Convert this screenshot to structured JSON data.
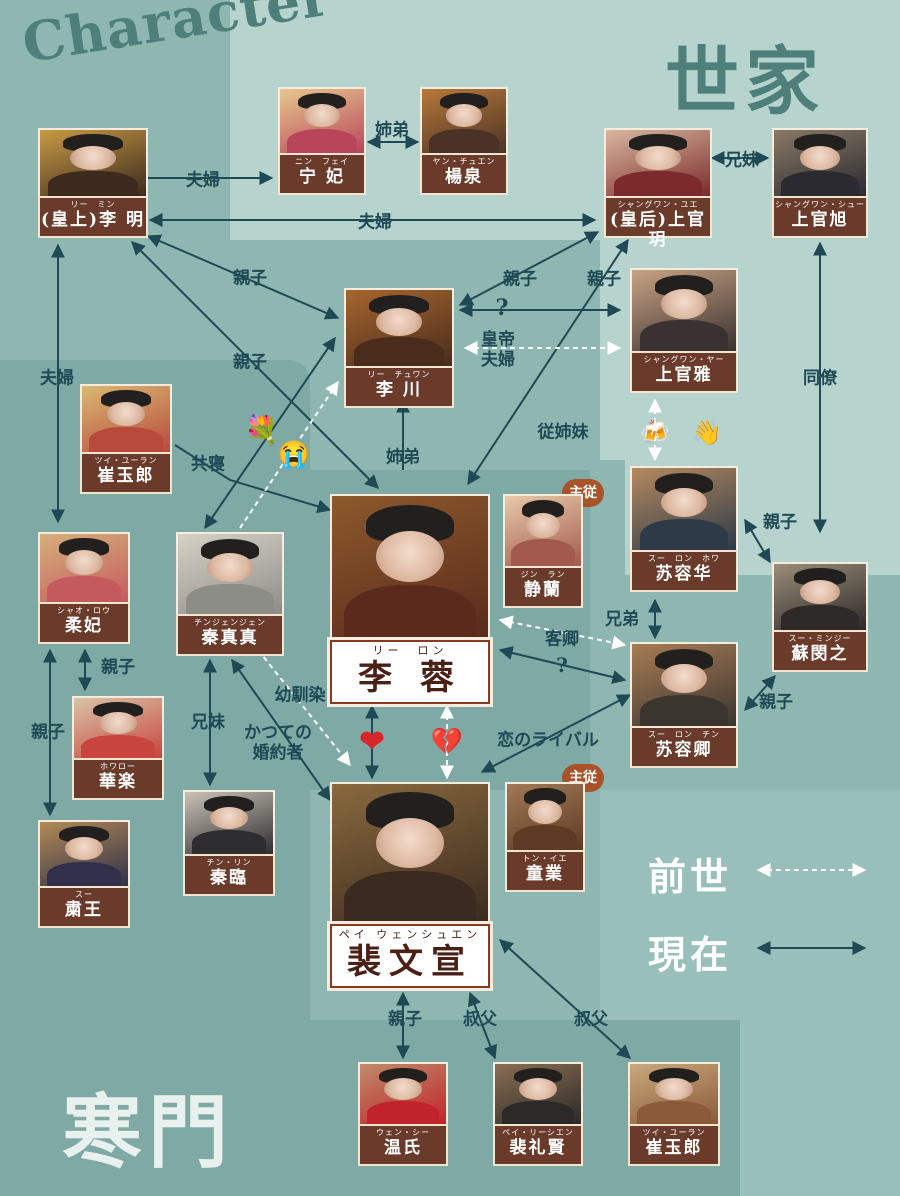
{
  "titles": {
    "character": "Character",
    "seke": "世家",
    "kanmon": "寒門"
  },
  "colors": {
    "accent": "#a8532a",
    "line": "#1f4a55",
    "name_bg": "#6a3b2b",
    "bg": "#8fb7b2"
  },
  "characters": {
    "rimin": {
      "ruby": "リー　ミン",
      "name": "(皇上)李 明",
      "palette": [
        "#c79a45",
        "#3b2a1d"
      ]
    },
    "ninfei": {
      "ruby": "ニン　フェイ",
      "name": "宁 妃",
      "palette": [
        "#e7c78f",
        "#b8455a"
      ]
    },
    "yousen": {
      "ruby": "ヤン・チュエン",
      "name": "楊泉",
      "palette": [
        "#b7793a",
        "#4a3326"
      ]
    },
    "joukanyue": {
      "ruby": "シャングワン・ユエ",
      "name": "(皇后)上官玥",
      "palette": [
        "#d8b7a0",
        "#7b2b2b"
      ]
    },
    "joukanshu": {
      "ruby": "シャングワン・シュー",
      "name": "上官旭",
      "palette": [
        "#8a7a66",
        "#2a2a30"
      ]
    },
    "risen": {
      "ruby": "リー　チュワン",
      "name": "李 川",
      "palette": [
        "#a5662e",
        "#4a2c1d"
      ]
    },
    "joukanya": {
      "ruby": "シャングワン・ヤー",
      "name": "上官雅",
      "palette": [
        "#c7a284",
        "#3a3230"
      ]
    },
    "saigyokurou1": {
      "ruby": "ツイ・ユーラン",
      "name": "崔玉郎",
      "palette": [
        "#d9b873",
        "#b84a3b"
      ]
    },
    "rirong": {
      "ruby": "リー　ロン",
      "name": "李 蓉",
      "palette": [
        "#8c5a2c",
        "#5a2a1c"
      ]
    },
    "seiran": {
      "ruby": "ジン　ラン",
      "name": "静蘭",
      "palette": [
        "#e7c9a8",
        "#a35a4e"
      ]
    },
    "soyouka": {
      "ruby": "スー　ロン　ホワ",
      "name": "苏容华",
      "palette": [
        "#b48a60",
        "#2e3a48"
      ]
    },
    "juuhi": {
      "ruby": "シャオ・ロウ",
      "name": "柔妃",
      "palette": [
        "#d5b07a",
        "#c45a5e"
      ]
    },
    "shinshinshin": {
      "ruby": "チンジェンジェン",
      "name": "秦真真",
      "palette": [
        "#d6d1c6",
        "#8d8d88"
      ]
    },
    "sobinshi": {
      "ruby": "スー・ミンジー",
      "name": "蘇閔之",
      "palette": [
        "#9a8d78",
        "#2e2a2a"
      ]
    },
    "soyoukei": {
      "ruby": "スー　ロン　チン",
      "name": "苏容卿",
      "palette": [
        "#a77c55",
        "#3b3530"
      ]
    },
    "karaku": {
      "ruby": "ホワロー",
      "name": "華楽",
      "palette": [
        "#d9c3a6",
        "#c8453f"
      ]
    },
    "shinrin": {
      "ruby": "チン・リン",
      "name": "秦臨",
      "palette": [
        "#c9c2b6",
        "#2d2d30"
      ]
    },
    "shukuou": {
      "ruby": "スー",
      "name": "粛王",
      "palette": [
        "#b28a55",
        "#30304a"
      ]
    },
    "haibunsen": {
      "ruby": "ペイ ウェンシュエン",
      "name": "裴文宣",
      "palette": [
        "#8a6a3e",
        "#3a2a20"
      ]
    },
    "dougyou": {
      "ruby": "トン・イエ",
      "name": "童業",
      "palette": [
        "#a07a55",
        "#5e3a24"
      ]
    },
    "onshi": {
      "ruby": "ウェン・シー",
      "name": "温氏",
      "palette": [
        "#c08a6a",
        "#c0242a"
      ]
    },
    "hairaiken": {
      "ruby": "ペイ・リーシエン",
      "name": "裴礼賢",
      "palette": [
        "#8a6e52",
        "#2b2a28"
      ]
    },
    "saigyokurou2": {
      "ruby": "ツイ・ユーラン",
      "name": "崔玉郎",
      "palette": [
        "#c8a87a",
        "#8a5a3a"
      ]
    }
  },
  "relations": {
    "r1": "夫婦",
    "r2": "姉弟",
    "r3": "夫婦",
    "r4": "兄妹",
    "r5": "親子",
    "r6": "親子",
    "r7": "親子",
    "r8": "?",
    "r9": "皇帝夫婦",
    "r10": "親子",
    "r11": "夫婦",
    "r12": "同僚",
    "r13": "共寝",
    "r14": "姉弟",
    "r15": "従姉妹",
    "r16": "親子",
    "r17": "兄弟",
    "r18": "客卿",
    "r19": "?",
    "r20": "親子",
    "r21": "親子",
    "r22": "親子",
    "r23": "兄妹",
    "r24": "幼馴染",
    "r25": "かつての婚約者",
    "r26": "恋のライバル",
    "r27": "親子",
    "r28": "叔父",
    "r29": "叔父"
  },
  "badges": {
    "b1": "主従",
    "b2": "主従"
  },
  "emoji": {
    "e1": "💐",
    "e2": "😭",
    "e3": "🍻",
    "e4": "👋",
    "e5": "❤",
    "e6": "💔"
  },
  "legend": {
    "past": "前世",
    "present": "現在"
  }
}
